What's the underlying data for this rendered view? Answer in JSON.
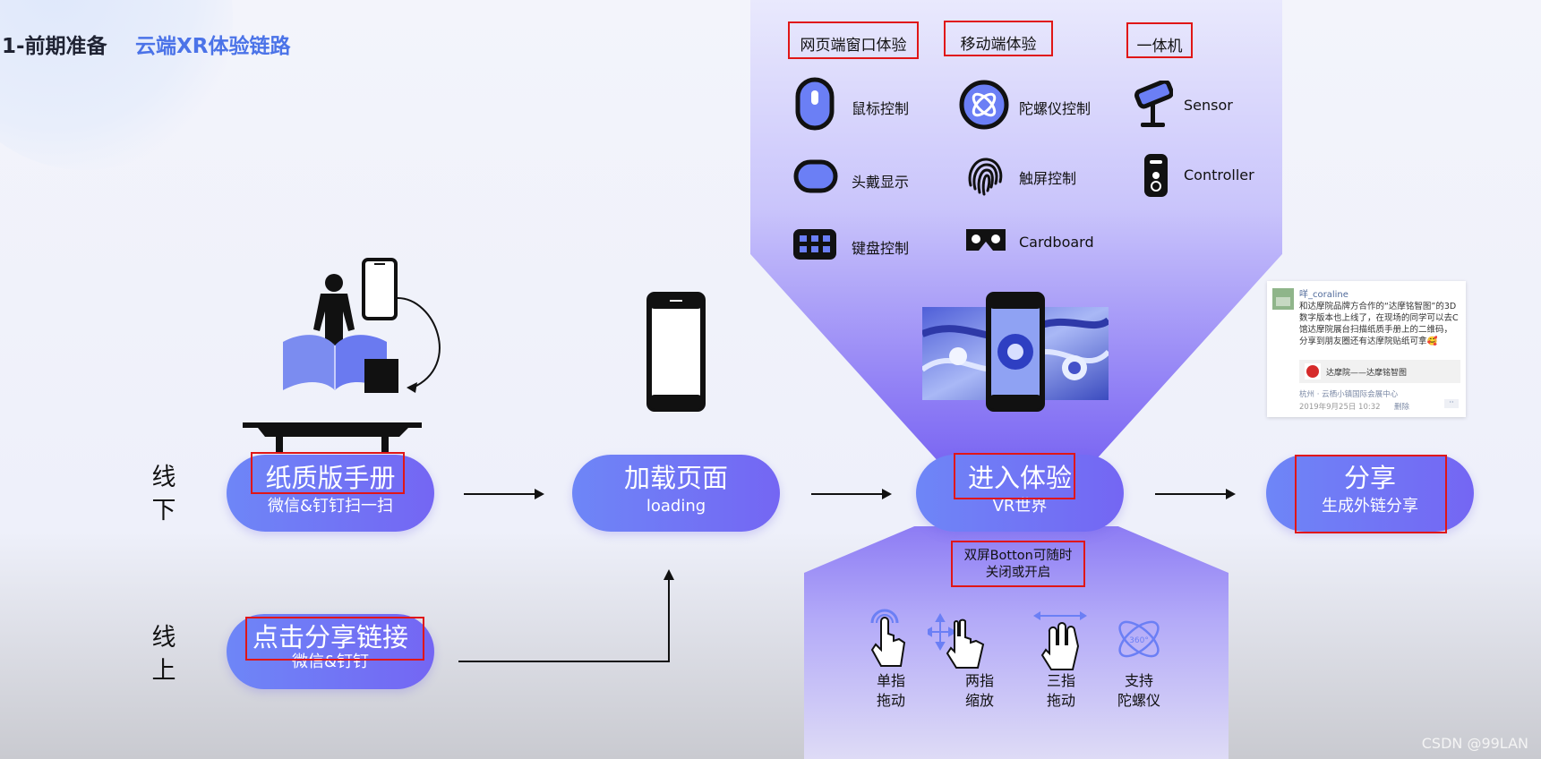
{
  "header": {
    "section": "1-前期准备",
    "title": "云端XR体验链路"
  },
  "categories": [
    {
      "label": "网页端窗口体验",
      "devices": [
        {
          "icon": "mouse-icon",
          "label": "鼠标控制"
        },
        {
          "icon": "headset-icon",
          "label": "头戴显示"
        },
        {
          "icon": "keyboard-icon",
          "label": "键盘控制"
        }
      ]
    },
    {
      "label": "移动端体验",
      "devices": [
        {
          "icon": "gyroscope-icon",
          "label": "陀螺仪控制"
        },
        {
          "icon": "fingerprint-icon",
          "label": "触屏控制"
        },
        {
          "icon": "cardboard-icon",
          "label": "Cardboard"
        }
      ]
    },
    {
      "label": "一体机",
      "devices": [
        {
          "icon": "sensor-icon",
          "label": "Sensor"
        },
        {
          "icon": "controller-icon",
          "label": "Controller"
        }
      ]
    }
  ],
  "rows": {
    "offline": "线下",
    "online": "线上"
  },
  "steps": {
    "paper": {
      "main": "纸质版手册",
      "sub": "微信&钉钉扫一扫"
    },
    "link": {
      "main": "点击分享链接",
      "sub": "微信&钉钉"
    },
    "loading": {
      "main": "加载页面",
      "sub": "loading"
    },
    "enter": {
      "main": "进入体验",
      "sub": "VR世界"
    },
    "share": {
      "main": "分享",
      "sub": "生成外链分享"
    }
  },
  "dual_screen_note": {
    "line1": "双屏Botton可随时",
    "line2": "关闭或开启"
  },
  "gestures": [
    {
      "icon": "single-finger-drag-icon",
      "line1": "单指",
      "line2": "拖动"
    },
    {
      "icon": "two-finger-zoom-icon",
      "line1": "两指",
      "line2": "缩放"
    },
    {
      "icon": "three-finger-drag-icon",
      "line1": "三指",
      "line2": "拖动"
    },
    {
      "icon": "gyroscope-360-icon",
      "line1": "支持",
      "line2": "陀螺仪",
      "badge": "360°"
    }
  ],
  "share_card": {
    "user": "咩_coraline",
    "text": "和达摩院品牌方合作的“达摩铭智图”的3D数字版本也上线了，在现场的同学可以去C馆达摩院展台扫描纸质手册上的二维码，分享到朋友圈还有达摩院贴纸可拿🥰",
    "link_title": "达摩院——达摩铭智图",
    "location": "杭州 · 云栖小镇国际会展中心",
    "time": "2019年9月25日 10:32",
    "delete": "删除"
  },
  "watermark": "CSDN @99LAN",
  "colors": {
    "accent": "#4b73e8",
    "pill_start": "#6e86f7",
    "pill_end": "#7466f3",
    "highlight": "#e01616",
    "funnel": "#8f7ef5"
  }
}
